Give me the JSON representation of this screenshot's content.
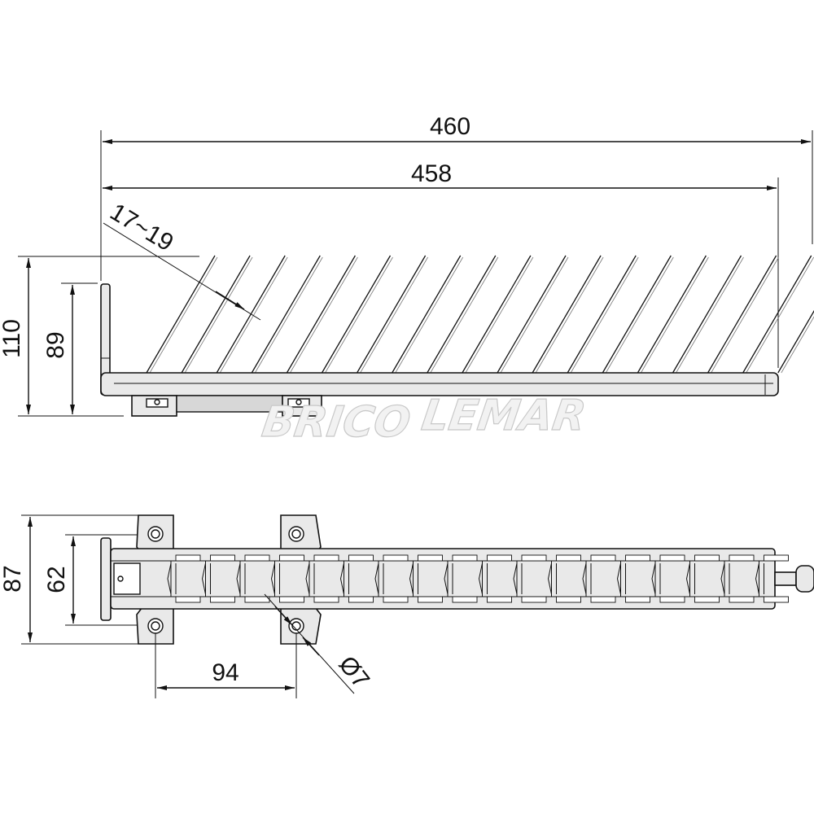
{
  "dimensions": {
    "overall_length": "460",
    "inner_length": "458",
    "tine_pitch": "17~19",
    "total_height": "110",
    "inner_height": "89",
    "total_width": "87",
    "inner_width": "62",
    "hole_spacing": "94",
    "hole_diameter": "Ø7"
  },
  "watermark": {
    "left": "BRICO",
    "right": "LEMAR"
  }
}
